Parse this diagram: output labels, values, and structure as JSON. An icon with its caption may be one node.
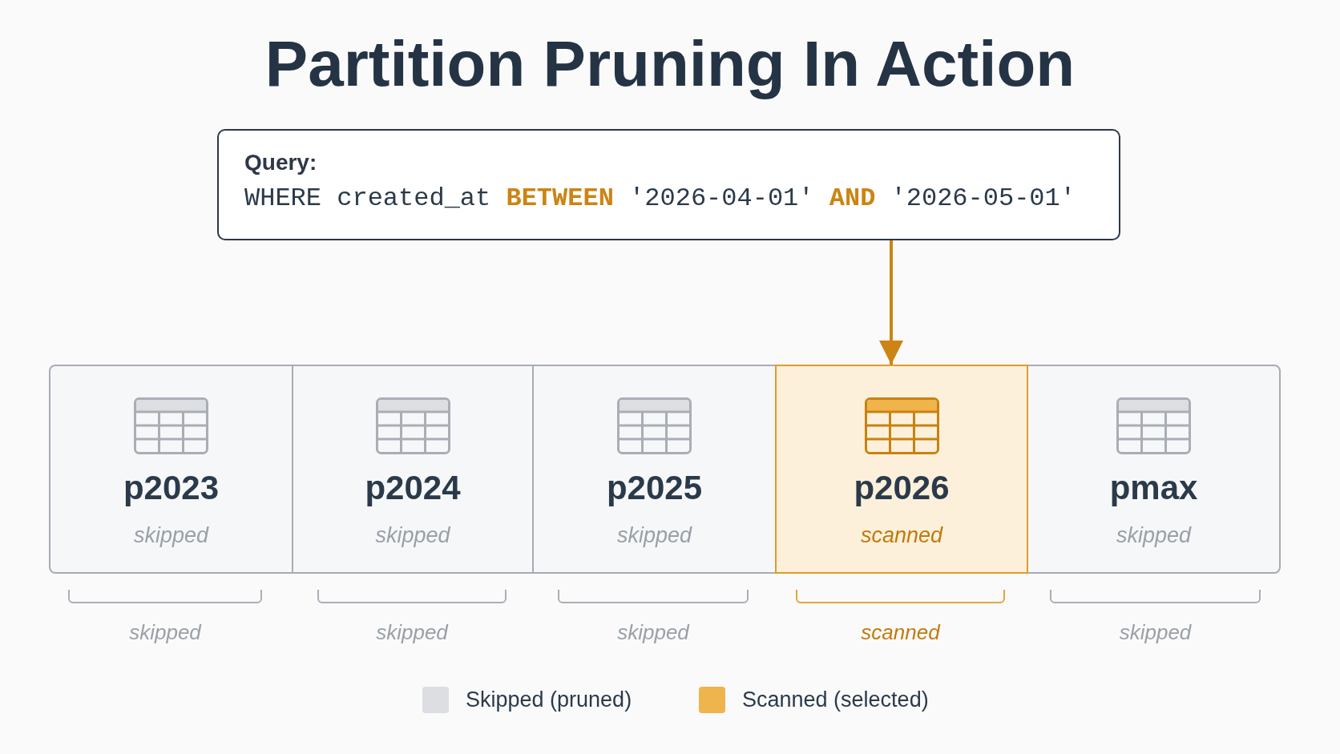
{
  "diagram": {
    "title": "Partition Pruning In Action",
    "nodes": [
      {
        "text": [
          "Query:",
          "WHERE created_at **BETWEEN** '2026-04-01' **AND** '2026-05-01'"
        ]
      },
      {
        "text": [
          "p2023",
          "skipped"
        ],
        "beside": [
          "skipped"
        ]
      },
      {
        "text": [
          "p2024",
          "skipped"
        ],
        "beside": [
          "skipped"
        ]
      },
      {
        "text": [
          "p2025",
          "skipped"
        ],
        "beside": [
          "skipped"
        ]
      },
      {
        "text": [
          "p2026",
          "scanned"
        ],
        "beside": [
          "scanned"
        ]
      },
      {
        "text": [
          "pmax",
          "skipped"
        ],
        "beside": [
          "skipped"
        ]
      }
    ],
    "edges": [
      {
        "from": 0,
        "to": 4,
        "arrow": "to",
        "color": "#cc8414"
      }
    ],
    "legend": [
      {
        "text": "Skipped (pruned)",
        "color": "#dcdee2"
      },
      {
        "text": "Scanned (selected)",
        "color": "#f0b44c"
      }
    ]
  }
}
